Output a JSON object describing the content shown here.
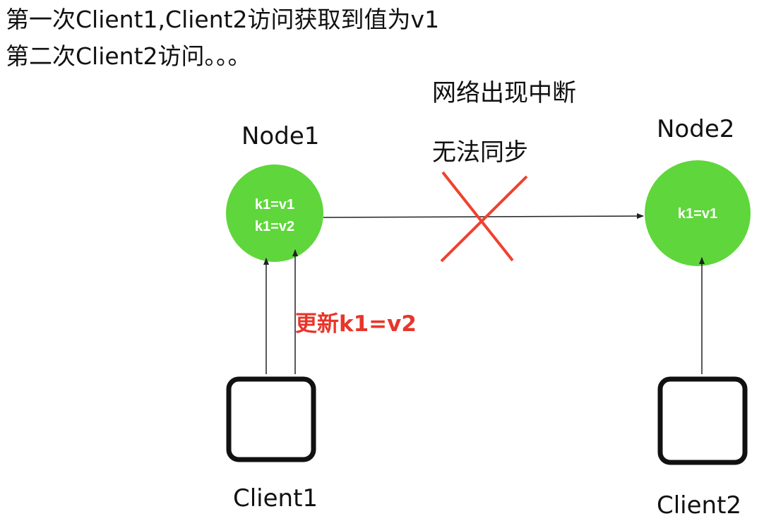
{
  "header": {
    "line1": "第一次Client1,Client2访问获取到值为v1",
    "line2": "第二次Client2访问。。。"
  },
  "network": {
    "status": "网络出现中断",
    "sync_status": "无法同步"
  },
  "nodes": {
    "node1": {
      "title": "Node1",
      "values": [
        "k1=v1",
        "k1=v2"
      ]
    },
    "node2": {
      "title": "Node2",
      "values": [
        "k1=v1"
      ]
    }
  },
  "update": {
    "label": "更新k1=v2"
  },
  "clients": {
    "client1": {
      "label": "Client1"
    },
    "client2": {
      "label": "Client2"
    }
  },
  "colors": {
    "node_fill": "#5fd63c",
    "cross": "#f0412f",
    "update_text": "#e8352a",
    "lines": "#222222"
  }
}
